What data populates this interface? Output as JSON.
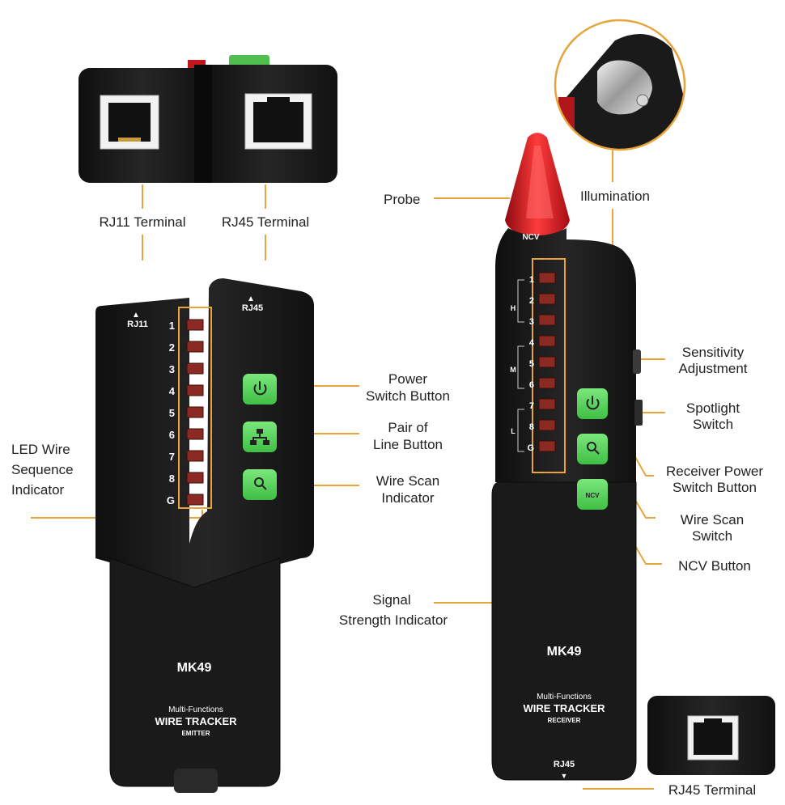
{
  "labels": {
    "rj11_terminal": "RJ11 Terminal",
    "rj45_terminal_top": "RJ45 Terminal",
    "led_wire_sequence_1": "LED Wire",
    "led_wire_sequence_2": "Sequence",
    "led_wire_sequence_3": "Indicator",
    "power_switch_1": "Power",
    "power_switch_2": "Switch Button",
    "pair_of_line_1": "Pair of",
    "pair_of_line_2": "Line Button",
    "wire_scan_ind_1": "Wire Scan",
    "wire_scan_ind_2": "Indicator",
    "probe": "Probe",
    "illumination": "Illumination",
    "sensitivity_1": "Sensitivity",
    "sensitivity_2": "Adjustment",
    "spotlight_1": "Spotlight",
    "spotlight_2": "Switch",
    "receiver_power_1": "Receiver Power",
    "receiver_power_2": "Switch Button",
    "wire_scan_switch_1": "Wire Scan",
    "wire_scan_switch_2": "Switch",
    "ncv_button": "NCV Button",
    "signal_strength_1": "Signal",
    "signal_strength_2": "Strength Indicator",
    "rj45_terminal_bottom": "RJ45 Terminal"
  },
  "emitter": {
    "port_left": "RJ11",
    "port_right": "RJ45",
    "led_numbers": [
      "1",
      "2",
      "3",
      "4",
      "5",
      "6",
      "7",
      "8",
      "G"
    ],
    "model": "MK49",
    "subtitle": "Multi-Functions",
    "title": "WIRE TRACKER",
    "role": "EMITTER"
  },
  "receiver": {
    "tip_label": "NCV",
    "group_h": "H",
    "group_m": "M",
    "group_l": "L",
    "led_numbers": [
      "1",
      "2",
      "3",
      "4",
      "5",
      "6",
      "7",
      "8",
      "G"
    ],
    "ncv_button_text": "NCV",
    "model": "MK49",
    "subtitle": "Multi-Functions",
    "title": "WIRE TRACKER",
    "role": "RECEIVER",
    "port_label": "RJ45"
  },
  "colors": {
    "body": "#1b1b1b",
    "button_green": "#5fd460",
    "callout_line": "#e8a43a",
    "led_red": "#8a2a22",
    "probe_red": "#e0151c"
  },
  "icons": {
    "power": "power-icon",
    "network": "network-icon",
    "search": "search-icon"
  }
}
